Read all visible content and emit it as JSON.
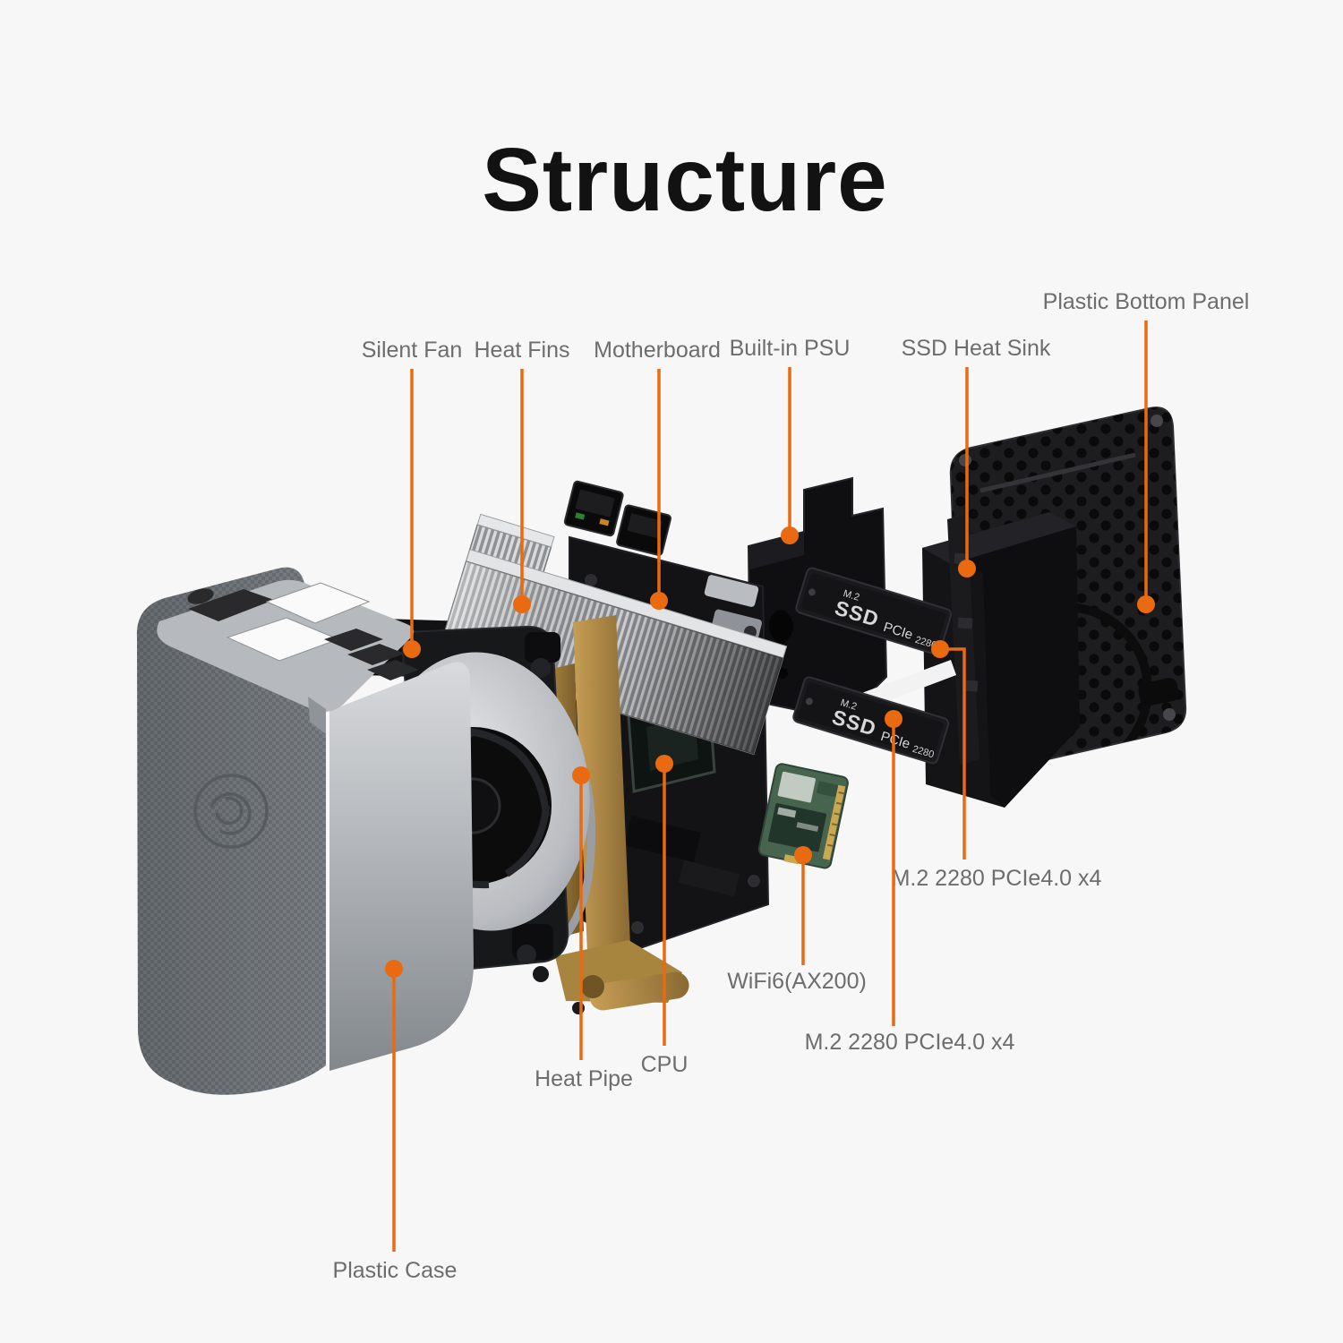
{
  "title": "Structure",
  "colors": {
    "background": "#f7f7f8",
    "accent_orange": "#e96a10",
    "label_gray": "#6d6d6d",
    "title_black": "#121212"
  },
  "callouts": {
    "silent_fan": {
      "label": "Silent Fan"
    },
    "heat_fins": {
      "label": "Heat Fins"
    },
    "motherboard": {
      "label": "Motherboard"
    },
    "built_in_psu": {
      "label": "Built-in PSU"
    },
    "ssd_heat_sink": {
      "label": "SSD Heat Sink"
    },
    "plastic_bottom_panel": {
      "label": "Plastic Bottom Panel"
    },
    "plastic_case": {
      "label": "Plastic Case"
    },
    "heat_pipe": {
      "label": "Heat Pipe"
    },
    "cpu": {
      "label": "CPU"
    },
    "wifi": {
      "label": "WiFi6(AX200)"
    },
    "m2_slot_1": {
      "label": "M.2 2280 PCIe4.0 x4"
    },
    "m2_slot_2": {
      "label": "M.2 2280 PCIe4.0 x4"
    }
  },
  "ssd_print": {
    "m2": "M.2",
    "ssd": "SSD",
    "pcie": "PCIe",
    "size": "2280"
  }
}
